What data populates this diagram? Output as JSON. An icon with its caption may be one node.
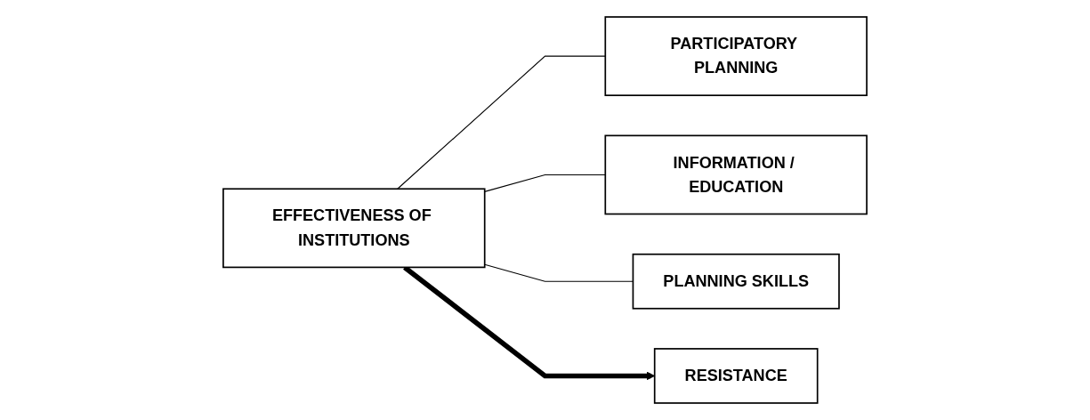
{
  "diagram": {
    "nodes": [
      {
        "text": [
          "EFFECTIVENESS OF INSTITUTIONS"
        ]
      },
      {
        "text": [
          "PARTICIPATORY PLANNING"
        ]
      },
      {
        "text": [
          "INFORMATION / EDUCATION"
        ]
      },
      {
        "text": [
          "PLANNING SKILLS"
        ]
      },
      {
        "text": [
          "RESISTANCE"
        ]
      }
    ],
    "edges": [
      {
        "from": 0,
        "to": 1,
        "arrow": "none"
      },
      {
        "from": 0,
        "to": 2,
        "arrow": "none"
      },
      {
        "from": 0,
        "to": 3,
        "arrow": "none"
      },
      {
        "from": 0,
        "to": 4,
        "arrow": "to",
        "style": "thick"
      }
    ]
  }
}
